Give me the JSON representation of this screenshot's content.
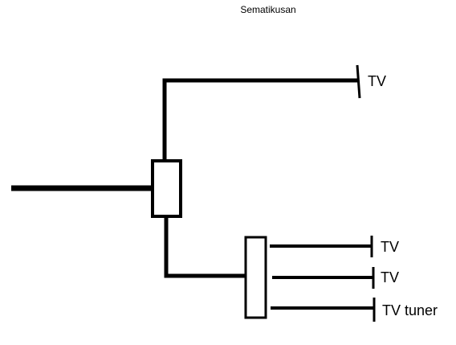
{
  "title": "Sematikusan",
  "labels": {
    "top_output": "TV",
    "out_1": "TV",
    "out_2": "TV",
    "out_3": "TV tuner"
  }
}
